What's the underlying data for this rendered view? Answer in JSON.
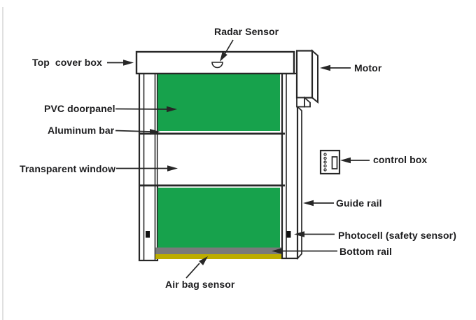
{
  "labels": {
    "radar_sensor": "Radar Sensor",
    "top_cover_box": "Top  cover box",
    "motor": "Motor",
    "pvc_doorpanel": "PVC doorpanel",
    "aluminum_bar": "Aluminum bar",
    "transparent_window": "Transparent window",
    "control_box": "control box",
    "guide_rail": "Guide rail",
    "photocell": "Photocell (safety sensor)",
    "bottom_rail": "Bottom rail",
    "air_bag_sensor": "Air bag sensor"
  },
  "colors": {
    "door_panel_green": "#17A24C",
    "bottom_rail_gray": "#7A7A7A",
    "air_bag_yellow": "#BDAD00",
    "outline_black": "#272727"
  }
}
